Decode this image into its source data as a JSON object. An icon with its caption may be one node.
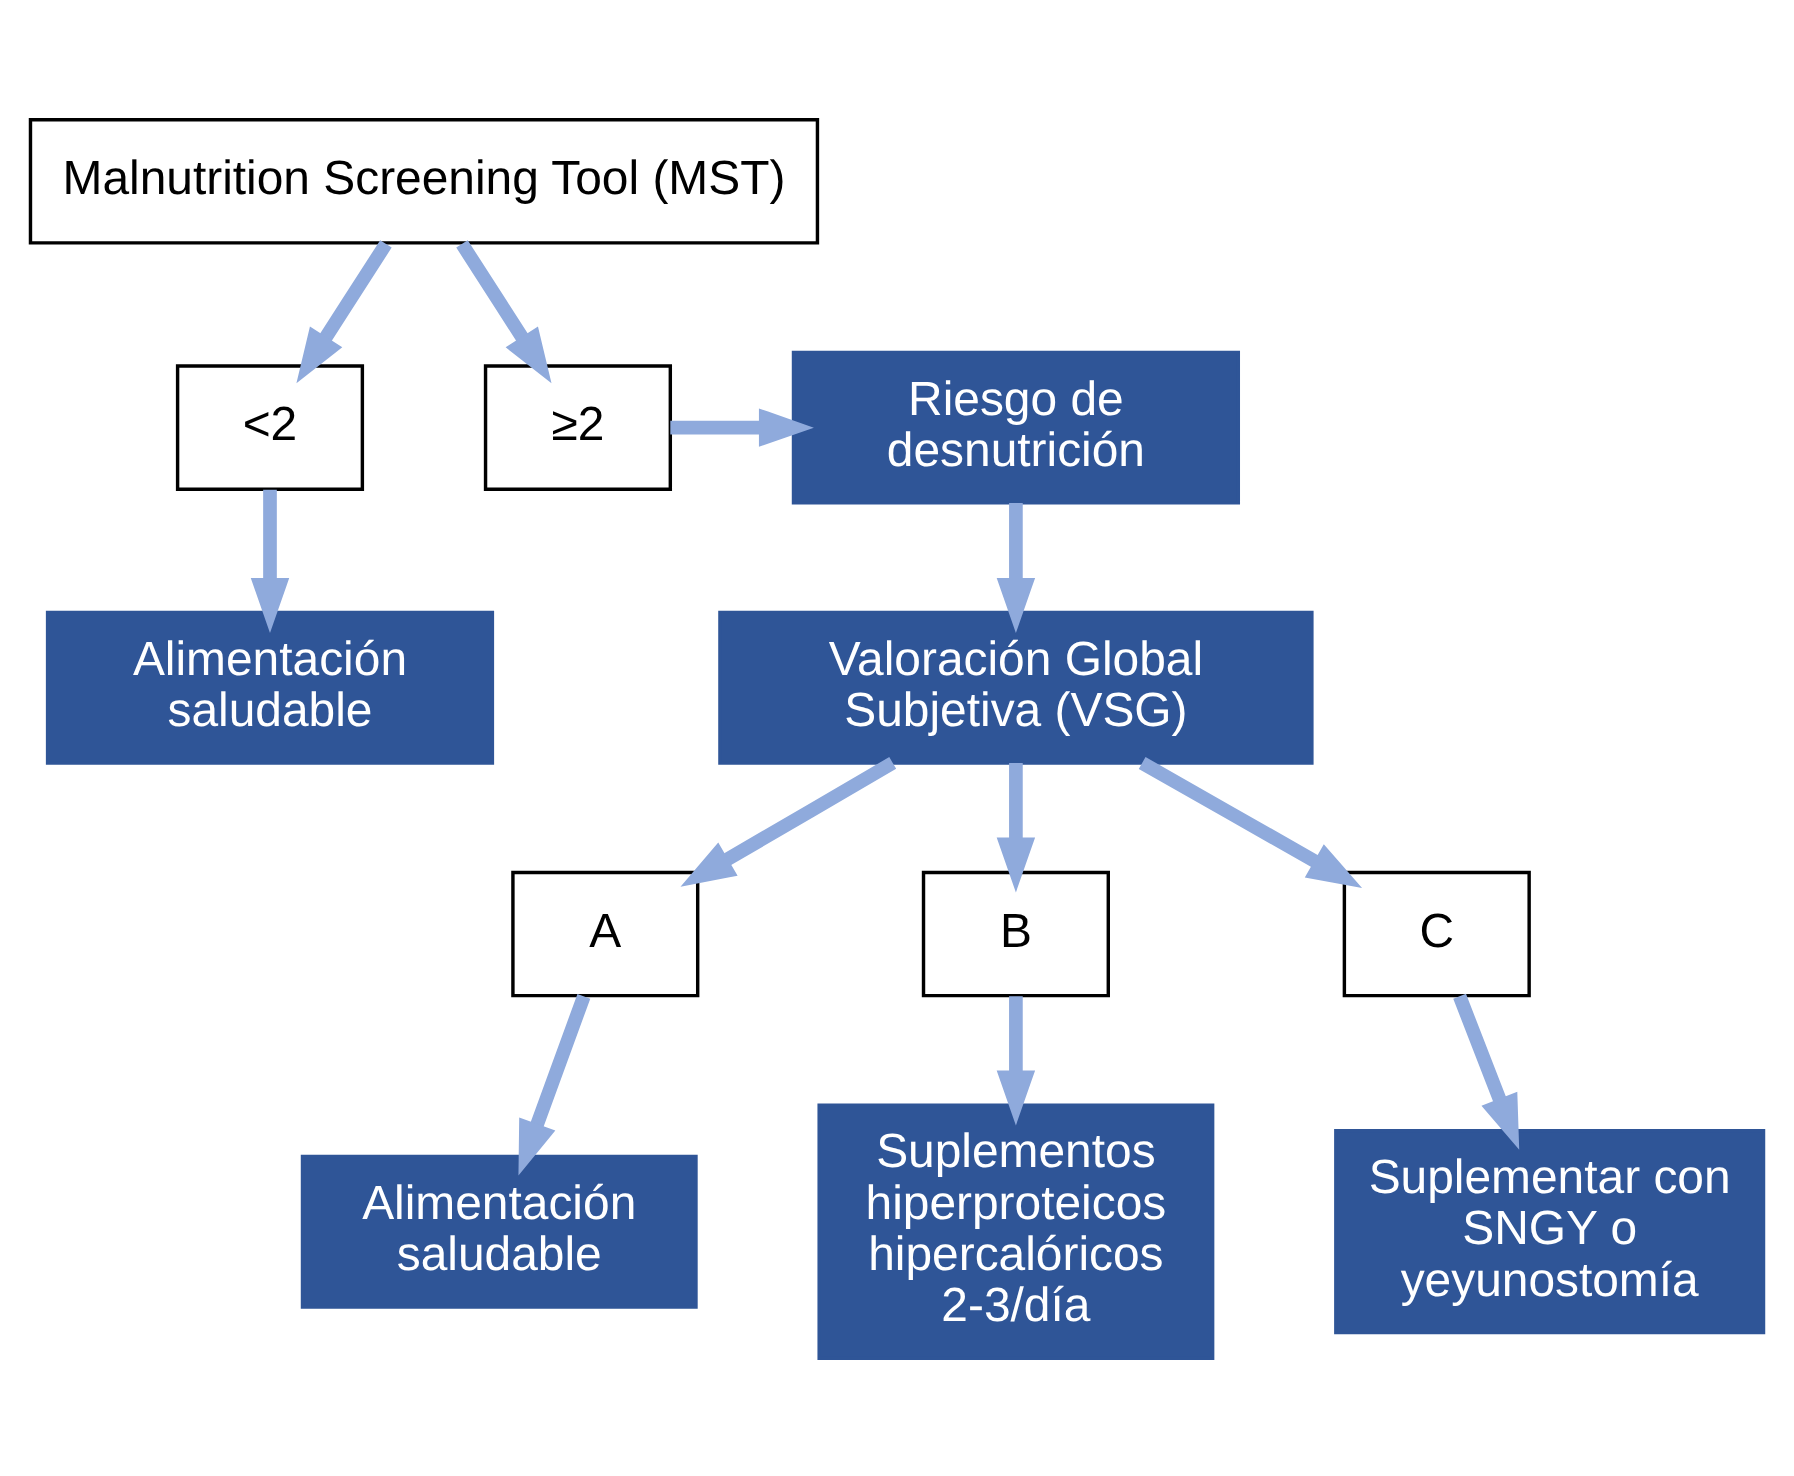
{
  "diagram": {
    "nodes": [
      {
        "text": [
          "Malnutrition Screening Tool (MST)"
        ]
      },
      {
        "text": [
          "<2"
        ]
      },
      {
        "text": [
          "≥2"
        ]
      },
      {
        "text": [
          "Riesgo de desnutrición"
        ]
      },
      {
        "text": [
          "Alimentación saludable"
        ]
      },
      {
        "text": [
          "Valoración Global Subjetiva (VSG)"
        ]
      },
      {
        "text": [
          "A"
        ]
      },
      {
        "text": [
          "B"
        ]
      },
      {
        "text": [
          "C"
        ]
      },
      {
        "text": [
          "Alimentación saludable"
        ]
      },
      {
        "text": [
          "Suplementos hiperproteicos hipercalóricos 2-3/día"
        ]
      },
      {
        "text": [
          "Suplementar con SNGY o yeyunostomía"
        ]
      }
    ],
    "edges": [
      {
        "from": 0,
        "to": 1,
        "arrow": "to"
      },
      {
        "from": 0,
        "to": 2,
        "arrow": "to"
      },
      {
        "from": 2,
        "to": 3,
        "arrow": "to"
      },
      {
        "from": 1,
        "to": 4,
        "arrow": "to"
      },
      {
        "from": 3,
        "to": 5,
        "arrow": "to"
      },
      {
        "from": 5,
        "to": 6,
        "arrow": "to"
      },
      {
        "from": 5,
        "to": 7,
        "arrow": "to"
      },
      {
        "from": 5,
        "to": 8,
        "arrow": "to"
      },
      {
        "from": 6,
        "to": 9,
        "arrow": "to"
      },
      {
        "from": 7,
        "to": 10,
        "arrow": "to"
      },
      {
        "from": 8,
        "to": 11,
        "arrow": "to"
      }
    ]
  }
}
